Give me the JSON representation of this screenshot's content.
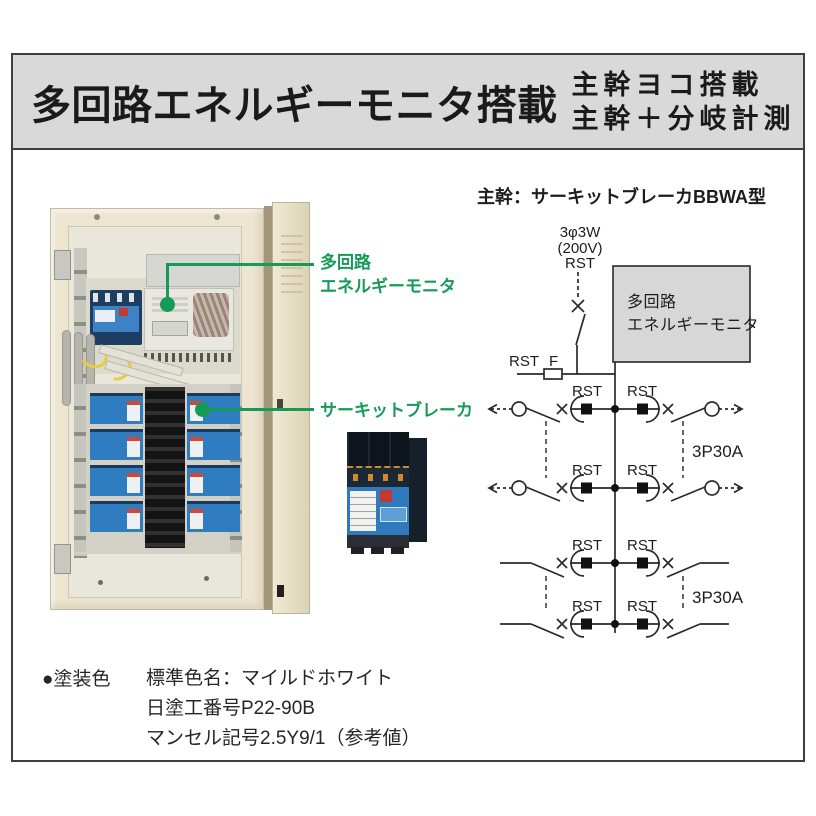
{
  "header": {
    "title": "多回路エネルギーモニタ搭載",
    "subtitle1": "主幹ヨコ搭載",
    "subtitle2": "主幹＋分岐計測"
  },
  "annotations": {
    "color": "#169a57",
    "monitor_line1": "多回路",
    "monitor_line2": "エネルギーモニタ",
    "breaker": "サーキットブレーカ"
  },
  "diagram": {
    "title": "主幹：サーキットブレーカBBWA型",
    "feed1": "3φ3W",
    "feed2": "(200V)",
    "feed3": "RST",
    "fuse_rst": "RST",
    "fuse_f": "F",
    "monitor_box_line1": "多回路",
    "monitor_box_line2": "エネルギーモニタ",
    "ct_label": "RST",
    "group1_label": "3P30A",
    "group2_label": "3P30A"
  },
  "paint": {
    "label": "●塗装色",
    "line1": "標準色名：マイルドホワイト",
    "line2": "日塗工番号P22-90B",
    "line3": "マンセル記号2.5Y9/1（参考値）"
  }
}
